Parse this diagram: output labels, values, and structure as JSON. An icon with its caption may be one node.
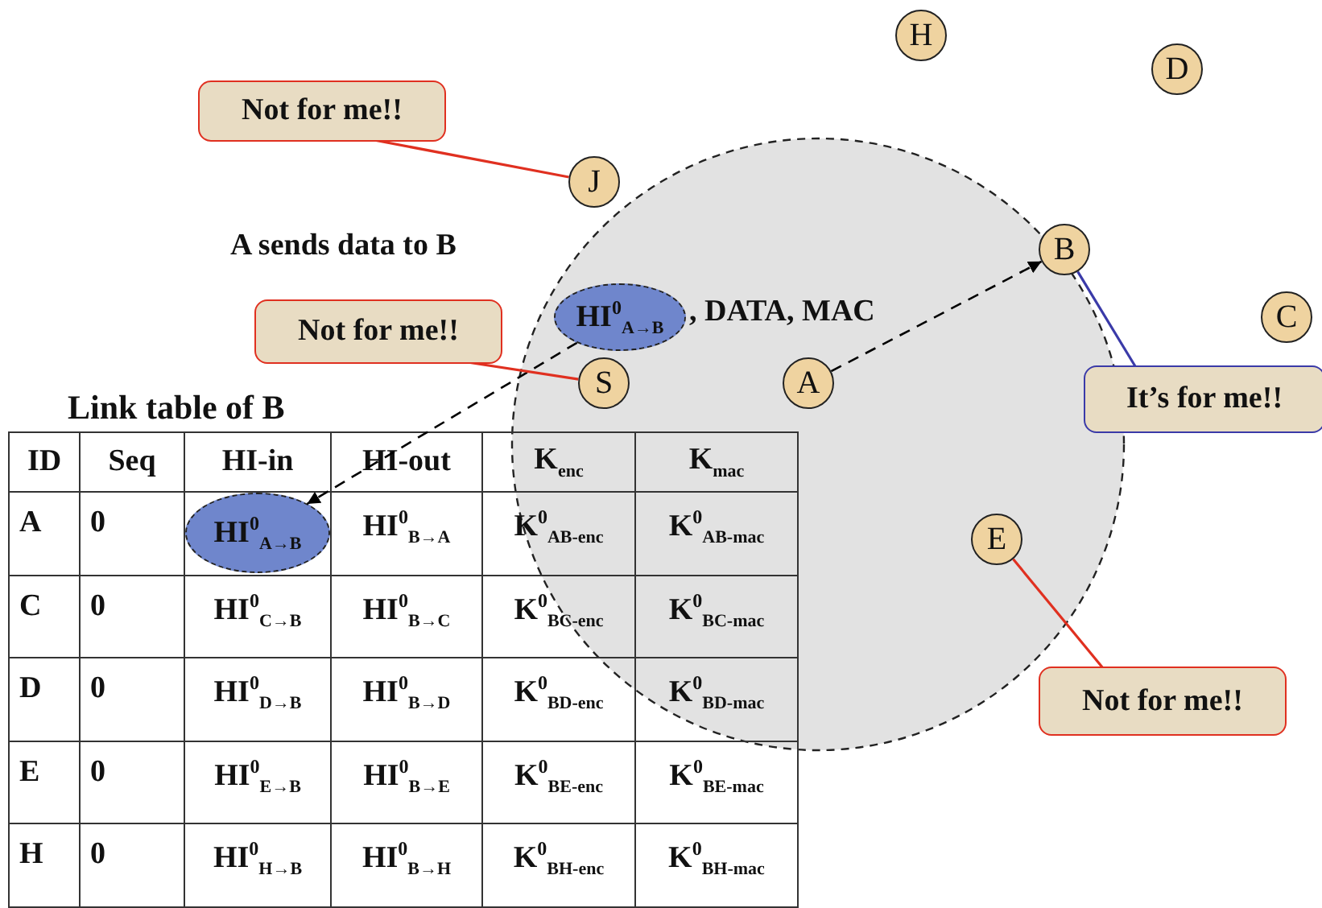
{
  "diagram": {
    "nodes": [
      {
        "text": [
          "H"
        ]
      },
      {
        "text": [
          "D"
        ]
      },
      {
        "text": [
          "Not for me!!"
        ]
      },
      {
        "text": [
          "J"
        ]
      },
      {
        "text": [
          "B"
        ]
      },
      {
        "text": [
          "HI$^{0}$$_{A→B}$"
        ],
        "beside": [
          ", DATA, MAC"
        ]
      },
      {
        "text": [
          "C"
        ]
      },
      {
        "text": [
          "Not for me!!"
        ]
      },
      {
        "text": [
          "S"
        ]
      },
      {
        "text": [
          "A"
        ]
      },
      {
        "text": [
          "It’s for me!!"
        ]
      },
      {
        "text": [
          "HI$^{0}$$_{A→B}$"
        ]
      },
      {
        "text": [
          "E"
        ]
      },
      {
        "text": [
          "Not for me!!"
        ]
      }
    ],
    "edges": [
      {
        "from": 2,
        "to": 3,
        "arrow": "none"
      },
      {
        "from": 9,
        "to": 4,
        "arrow": "to",
        "style": "dashed",
        "color": "#000000"
      },
      {
        "from": 5,
        "to": 11,
        "arrow": "to",
        "style": "dashed",
        "color": "#000000"
      },
      {
        "from": 7,
        "to": 8,
        "arrow": "none"
      },
      {
        "from": 10,
        "to": 4,
        "arrow": "none",
        "color": "#3a3aa8"
      },
      {
        "from": 13,
        "to": 12,
        "arrow": "none"
      }
    ],
    "labels": [
      "A sends data to B",
      "Link table of B",
      "ID",
      "Seq",
      "HI-in",
      "HI-out",
      "K$_{enc}$",
      "K$_{mac}$",
      "A",
      "0",
      "HI$^{0}$$_{B→A}$",
      "K$^{0}$$_{AB-enc}$",
      "K$^{0}$$_{AB-mac}$",
      "C",
      "0",
      "HI$^{0}$$_{C→B}$",
      "HI$^{0}$$_{B→C}$",
      "K$^{0}$$_{BC-enc}$",
      "K$^{0}$$_{BC-mac}$",
      "D",
      "0",
      "HI$^{0}$$_{D→B}$",
      "HI$^{0}$$_{B→D}$",
      "K$^{0}$$_{BD-enc}$",
      "K$^{0}$$_{BD-mac}$",
      "E",
      "0",
      "HI$^{0}$$_{E→B}$",
      "HI$^{0}$$_{B→E}$",
      "K$^{0}$$_{BE-enc}$",
      "K$^{0}$$_{BE-mac}$",
      "H",
      "0",
      "HI$^{0}$$_{H→B}$",
      "HI$^{0}$$_{B→H}$",
      "K$^{0}$$_{BH-enc}$",
      "K$^{0}$$_{BH-mac}$"
    ]
  }
}
